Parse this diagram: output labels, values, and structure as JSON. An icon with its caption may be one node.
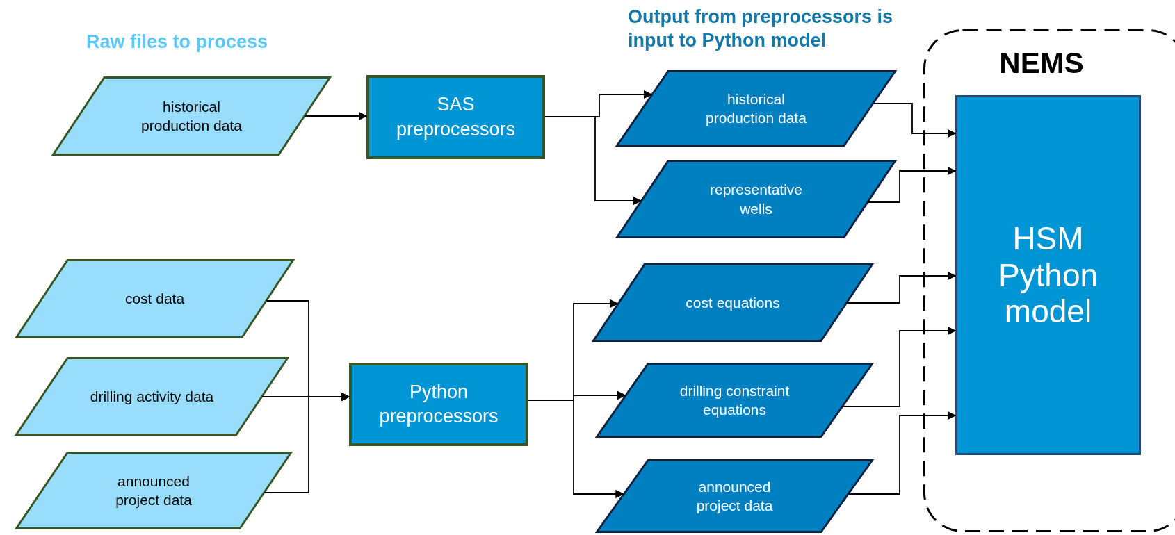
{
  "diagram": {
    "nodes": [
      {
        "text": [
          "historical production data"
        ]
      },
      {
        "text": [
          "SAS preprocessors"
        ]
      },
      {
        "text": [
          "historical production data"
        ]
      },
      {
        "text": [
          "representative wells"
        ]
      },
      {
        "text": [
          "NEMS"
        ]
      },
      {
        "text": [
          "HSM Python model"
        ],
        "in": 4
      },
      {
        "text": [
          "cost data"
        ]
      },
      {
        "text": [
          "drilling activity data"
        ]
      },
      {
        "text": [
          "announced project data"
        ]
      },
      {
        "text": [
          "Python preprocessors"
        ]
      },
      {
        "text": [
          "cost equations"
        ]
      },
      {
        "text": [
          "drilling constraint equations"
        ]
      },
      {
        "text": [
          "announced project data"
        ]
      }
    ],
    "edges": [
      {
        "from": 0,
        "to": 1,
        "arrow": "to"
      },
      {
        "from": 1,
        "to": 2,
        "arrow": "to"
      },
      {
        "from": 1,
        "to": 3,
        "arrow": "to"
      },
      {
        "from": 6,
        "to": 9,
        "arrow": "to"
      },
      {
        "from": 7,
        "to": 9,
        "arrow": "to"
      },
      {
        "from": 8,
        "to": 9,
        "arrow": "to"
      },
      {
        "from": 9,
        "to": 10,
        "arrow": "to"
      },
      {
        "from": 9,
        "to": 11,
        "arrow": "to"
      },
      {
        "from": 9,
        "to": 12,
        "arrow": "to"
      },
      {
        "from": 2,
        "to": 5,
        "arrow": "to"
      },
      {
        "from": 3,
        "to": 5,
        "arrow": "to"
      },
      {
        "from": 10,
        "to": 5,
        "arrow": "to"
      },
      {
        "from": 11,
        "to": 5,
        "arrow": "to"
      },
      {
        "from": 12,
        "to": 5,
        "arrow": "to"
      }
    ],
    "labels": [
      "Raw files to process",
      "Output from preprocessors is input to Python model"
    ]
  }
}
